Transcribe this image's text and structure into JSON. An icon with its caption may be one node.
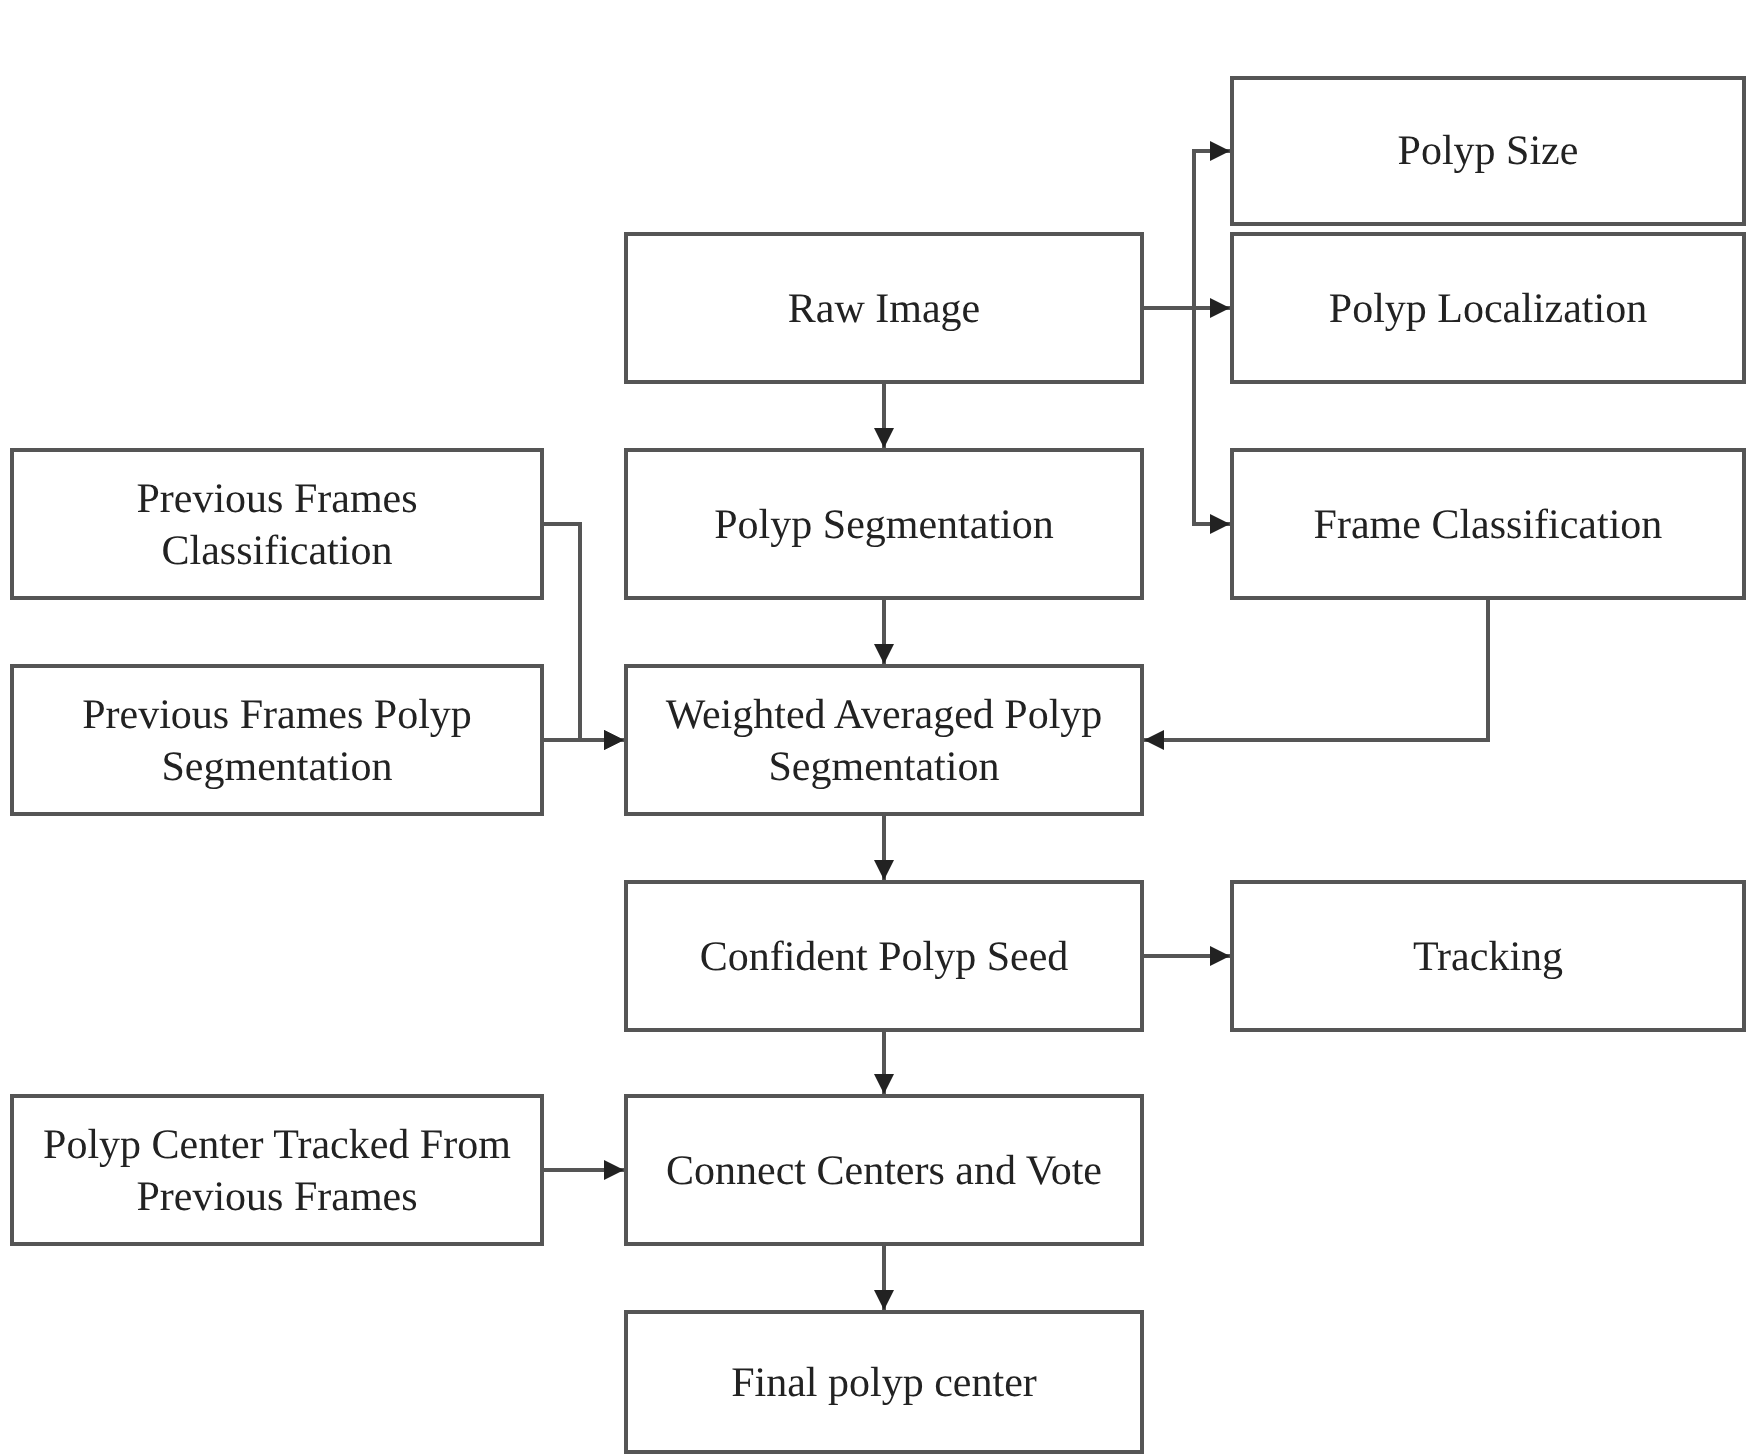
{
  "diagram": {
    "nodes": [
      {
        "text": [
          "Raw Image"
        ]
      },
      {
        "text": [
          "Polyp Size"
        ]
      },
      {
        "text": [
          "Polyp Localization"
        ]
      },
      {
        "text": [
          "Polyp Segmentation"
        ]
      },
      {
        "text": [
          "Frame Classification"
        ]
      },
      {
        "text": [
          "Previous Frames Classification"
        ]
      },
      {
        "text": [
          "Previous Frames Polyp Segmentation"
        ]
      },
      {
        "text": [
          "Weighted Averaged Polyp Segmentation"
        ]
      },
      {
        "text": [
          "Confident Polyp Seed"
        ]
      },
      {
        "text": [
          "Tracking"
        ]
      },
      {
        "text": [
          "Polyp Center Tracked From Previous Frames"
        ]
      },
      {
        "text": [
          "Connect Centers and Vote"
        ]
      },
      {
        "text": [
          "Final polyp center"
        ]
      }
    ],
    "edges": [
      {
        "from": 0,
        "to": 3,
        "arrow": "to"
      },
      {
        "from": 0,
        "to": 1,
        "arrow": "to"
      },
      {
        "from": 0,
        "to": 2,
        "arrow": "to"
      },
      {
        "from": 0,
        "to": 4,
        "arrow": "to"
      },
      {
        "from": 3,
        "to": 7,
        "arrow": "to"
      },
      {
        "from": 5,
        "to": 7,
        "arrow": "to"
      },
      {
        "from": 6,
        "to": 7,
        "arrow": "to"
      },
      {
        "from": 4,
        "to": 7,
        "arrow": "to"
      },
      {
        "from": 7,
        "to": 8,
        "arrow": "to"
      },
      {
        "from": 8,
        "to": 9,
        "arrow": "to"
      },
      {
        "from": 8,
        "to": 11,
        "arrow": "to"
      },
      {
        "from": 10,
        "to": 11,
        "arrow": "to"
      },
      {
        "from": 11,
        "to": 12,
        "arrow": "to"
      }
    ]
  }
}
